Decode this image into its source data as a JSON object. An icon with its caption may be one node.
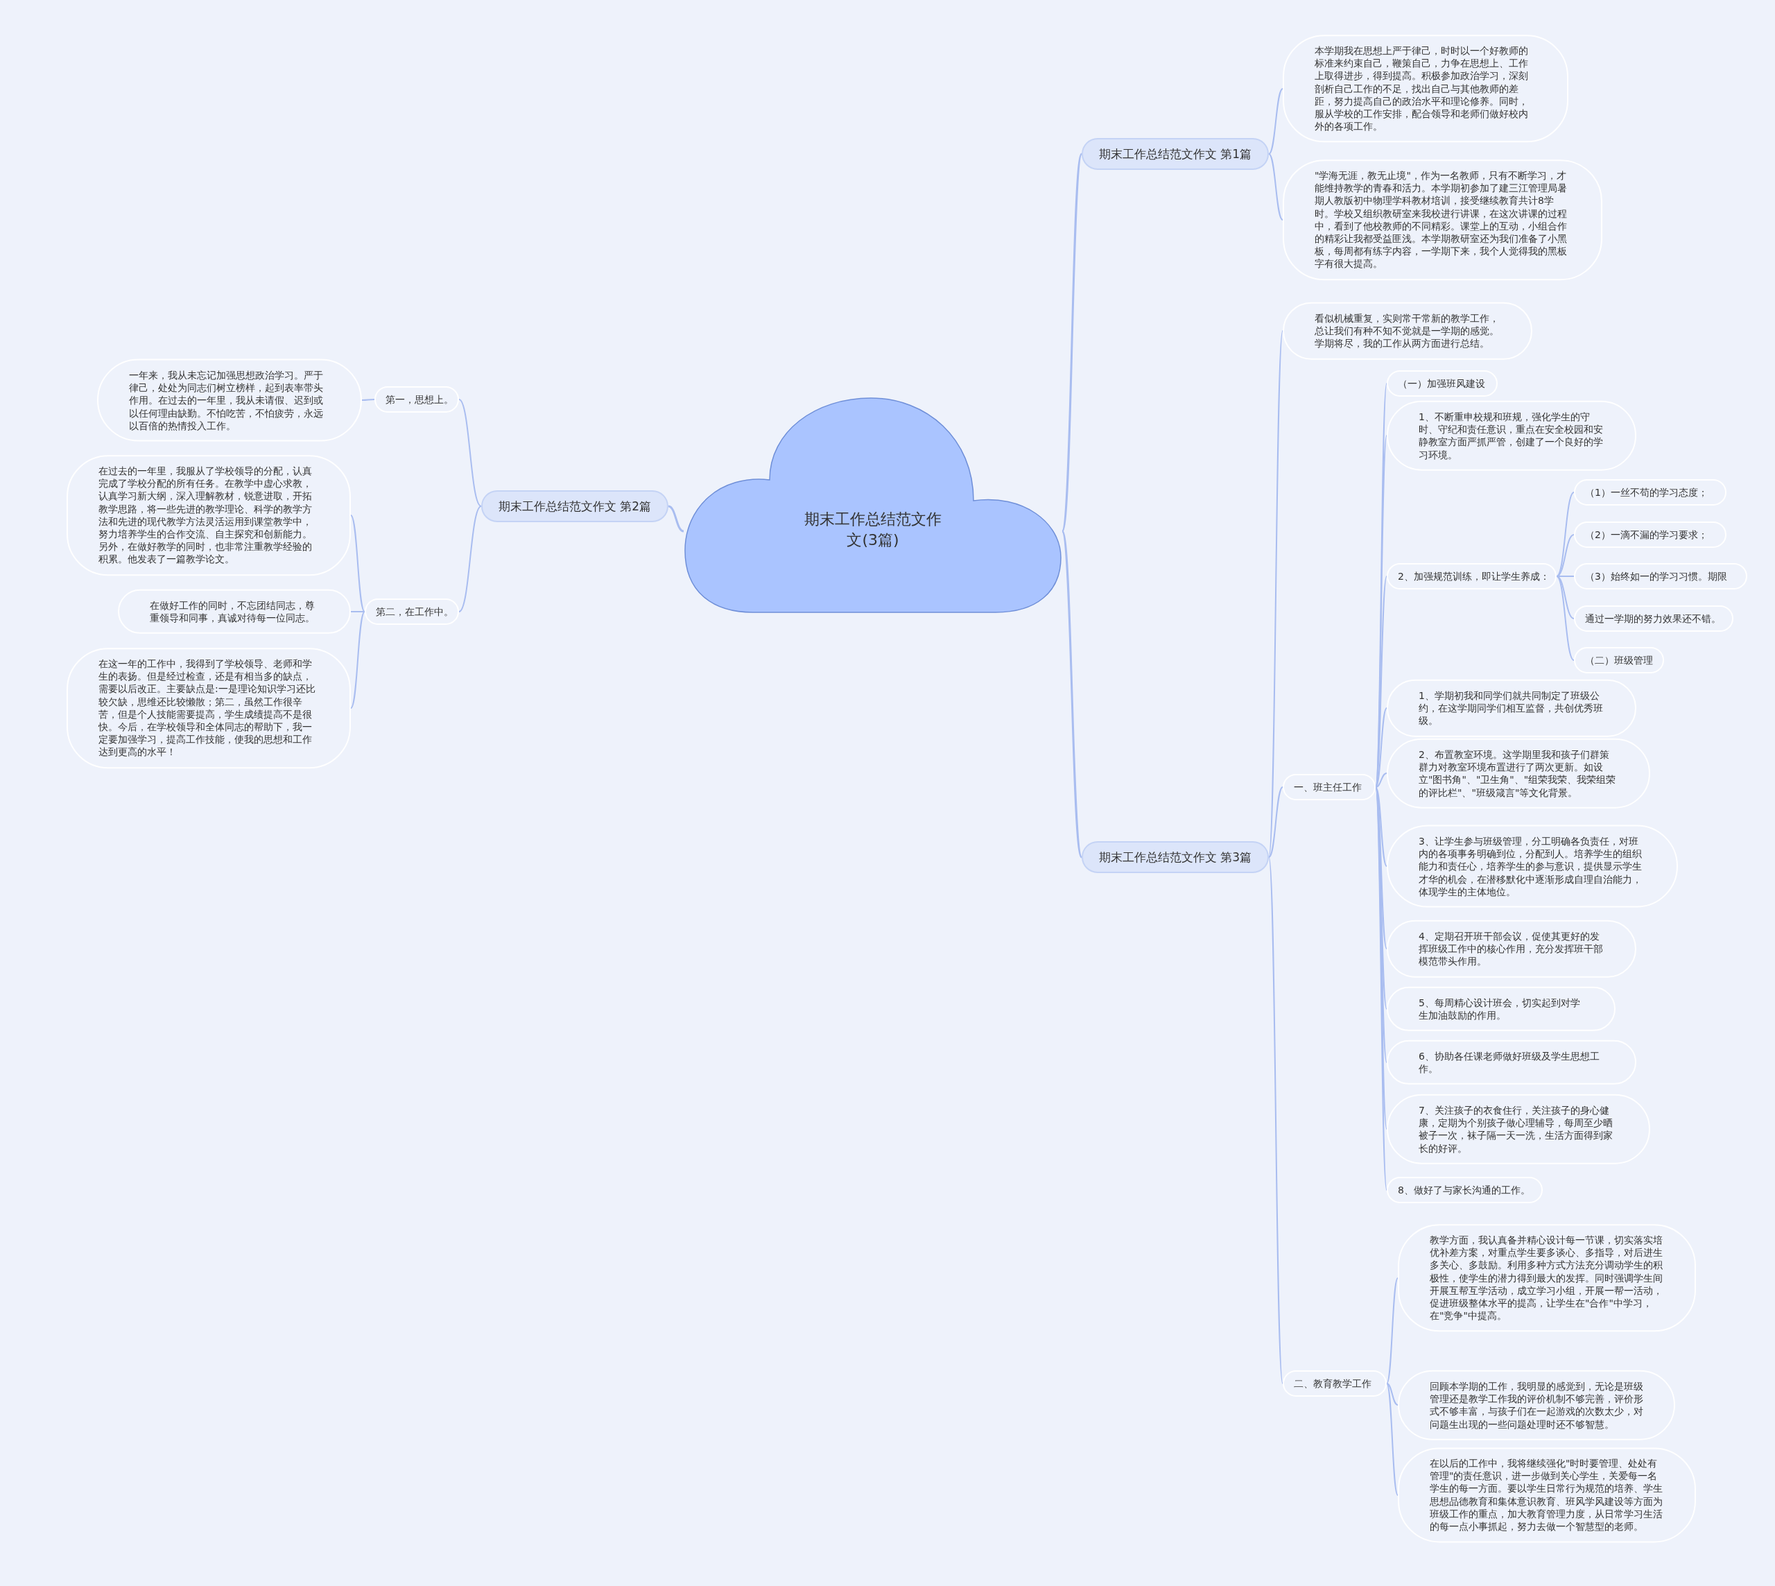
{
  "diagram": {
    "nodes": [
      {
        "text": [
          "期末工作总结范文作文(3篇)"
        ]
      },
      {
        "text": [
          "期末工作总结范文作文 第1篇"
        ]
      },
      {
        "text": [
          "本学期我在思想上严于律己，时时以一个好教师的标准来约束自己，鞭策自己，力争在思想上、工作上取得进步，得到提高。积极参加政治学习，深刻剖析自己工作的不足，找出自己与其他教师的差距，努力提高自己的政治水平和理论修养。同时，服从学校的工作安排，配合领导和老师们做好校内外的各项工作。"
        ]
      },
      {
        "text": [
          "\"学海无涯，教无止境\"，作为一名教师，只有不断学习，才能维持教学的青春和活力。本学期初参加了建三江管理局暑期人教版初中物理学科教材培训，接受继续教育共计8学时。学校又组织教研室来我校进行讲课，在这次讲课的过程中，看到了他校教师的不同精彩。课堂上的互动，小组合作的精彩让我都受益匪浅。本学期教研室还为我们准备了小黑板，每周都有练字内容，一学期下来，我个人觉得我的黑板字有很大提高。"
        ]
      },
      {
        "text": [
          "期末工作总结范文作文 第3篇"
        ]
      },
      {
        "text": [
          "看似机械重复，实则常干常新的教学工作，总让我们有种不知不觉就是一学期的感觉。学期将尽，我的工作从两方面进行总结。"
        ]
      },
      {
        "text": [
          "一、班主任工作"
        ]
      },
      {
        "text": [
          "（一）加强班风建设"
        ]
      },
      {
        "text": [
          "1、不断重申校规和班规，强化学生的守时、守纪和责任意识，重点在安全校园和安静教室方面严抓严管，创建了一个良好的学习环境。"
        ]
      },
      {
        "text": [
          "2、加强规范训练，即让学生养成："
        ]
      },
      {
        "text": [
          "（1）一丝不苟的学习态度；"
        ]
      },
      {
        "text": [
          "（2）一滴不漏的学习要求；"
        ]
      },
      {
        "text": [
          "（3）始终如一的学习习惯。期限"
        ]
      },
      {
        "text": [
          "通过一学期的努力效果还不错。"
        ]
      },
      {
        "text": [
          "（二）班级管理"
        ]
      },
      {
        "text": [
          "1、学期初我和同学们就共同制定了班级公约，在这学期同学们相互监督，共创优秀班级。"
        ]
      },
      {
        "text": [
          "2、布置教室环境。这学期里我和孩子们群策群力对教室环境布置进行了两次更新。如设立\"图书角\"、\"卫生角\"、\"组荣我荣、我荣组荣的评比栏\"、\"班级箴言\"等文化背景。"
        ]
      },
      {
        "text": [
          "3、让学生参与班级管理，分工明确各负责任，对班内的各项事务明确到位，分配到人。培养学生的组织能力和责任心，培养学生的参与意识，提供显示学生才华的机会，在潜移默化中逐渐形成自理自治能力，体现学生的主体地位。"
        ]
      },
      {
        "text": [
          "4、定期召开班干部会议，促使其更好的发挥班级工作中的核心作用，充分发挥班干部模范带头作用。"
        ]
      },
      {
        "text": [
          "5、每周精心设计班会，切实起到对学生加油鼓励的作用。"
        ]
      },
      {
        "text": [
          "6、协助各任课老师做好班级及学生思想工作。"
        ]
      },
      {
        "text": [
          "7、关注孩子的衣食住行，关注孩子的身心健康，定期为个别孩子做心理辅导，每周至少晒被子一次，袜子隔一天一洗，生活方面得到家长的好评。"
        ]
      },
      {
        "text": [
          "8、做好了与家长沟通的工作。"
        ]
      },
      {
        "text": [
          "二、教育教学工作"
        ]
      },
      {
        "text": [
          "教学方面，我认真备并精心设计每一节课，切实落实培优补差方案，对重点学生要多谈心、多指导，对后进生多关心、多鼓励。利用多种方式方法充分调动学生的积极性，使学生的潜力得到最大的发挥。同时强调学生间开展互帮互学活动，成立学习小组，开展一帮一活动，促进班级整体水平的提高，让学生在\"合作\"中学习，在\"竞争\"中提高。"
        ]
      },
      {
        "text": [
          "回顾本学期的工作，我明显的感觉到，无论是班级管理还是教学工作我的评价机制不够完善，评价形式不够丰富，与孩子们在一起游戏的次数太少，对问题生出现的一些问题处理时还不够智慧。"
        ]
      },
      {
        "text": [
          "在以后的工作中，我将继续强化\"时时要管理、处处有管理\"的责任意识，进一步做到关心学生，关爱每一名学生的每一方面。要以学生日常行为规范的培养、学生思想品德教育和集体意识教育、班风学风建设等方面为班级工作的重点，加大教育管理力度，从日常学习生活的每一点小事抓起，努力去做一个智慧型的老师。"
        ]
      },
      {
        "text": [
          "期末工作总结范文作文 第2篇"
        ]
      },
      {
        "text": [
          "第一，思想上。"
        ]
      },
      {
        "text": [
          "一年来，我从未忘记加强思想政治学习。严于律己，处处为同志们树立榜样，起到表率带头作用。在过去的一年里，我从未请假、迟到或以任何理由缺勤。不怕吃苦，不怕疲劳，永远以百倍的热情投入工作。"
        ]
      },
      {
        "text": [
          "第二，在工作中。"
        ]
      },
      {
        "text": [
          "在过去的一年里，我服从了学校领导的分配，认真完成了学校分配的所有任务。在教学中虚心求教，认真学习新大纲，深入理解教材，锐意进取，开拓教学思路，将一些先进的教学理论、科学的教学方法和先进的现代教学方法灵活运用到课堂教学中，努力培养学生的合作交流、自主探究和创新能力。另外，在做好教学的同时，也非常注重教学经验的积累。他发表了一篇教学论文。"
        ]
      },
      {
        "text": [
          "在做好工作的同时，不忘团结同志，尊重领导和同事，真诚对待每一位同志。"
        ]
      },
      {
        "text": [
          "在这一年的工作中，我得到了学校领导、老师和学生的表扬。但是经过检查，还是有相当多的缺点，需要以后改正。主要缺点是:一是理论知识学习还比较欠缺，思维还比较懒散；第二，虽然工作很辛苦，但是个人技能需要提高，学生成绩提高不是很快。今后，在学校领导和全体同志的帮助下，我一定要加强学习，提高工作技能，使我的思想和工作达到更高的水平！"
        ]
      }
    ],
    "edges": [
      {
        "from": 0,
        "to": 1,
        "arrow": "none"
      },
      {
        "from": 1,
        "to": 2,
        "arrow": "none"
      },
      {
        "from": 1,
        "to": 3,
        "arrow": "none"
      },
      {
        "from": 0,
        "to": 4,
        "arrow": "none"
      },
      {
        "from": 4,
        "to": 5,
        "arrow": "none"
      },
      {
        "from": 4,
        "to": 6,
        "arrow": "none"
      },
      {
        "from": 6,
        "to": 7,
        "arrow": "none"
      },
      {
        "from": 6,
        "to": 8,
        "arrow": "none"
      },
      {
        "from": 6,
        "to": 9,
        "arrow": "none"
      },
      {
        "from": 9,
        "to": 10,
        "arrow": "none"
      },
      {
        "from": 9,
        "to": 11,
        "arrow": "none"
      },
      {
        "from": 9,
        "to": 12,
        "arrow": "none"
      },
      {
        "from": 9,
        "to": 13,
        "arrow": "none"
      },
      {
        "from": 9,
        "to": 14,
        "arrow": "none"
      },
      {
        "from": 6,
        "to": 15,
        "arrow": "none"
      },
      {
        "from": 6,
        "to": 16,
        "arrow": "none"
      },
      {
        "from": 6,
        "to": 17,
        "arrow": "none"
      },
      {
        "from": 6,
        "to": 18,
        "arrow": "none"
      },
      {
        "from": 6,
        "to": 19,
        "arrow": "none"
      },
      {
        "from": 6,
        "to": 20,
        "arrow": "none"
      },
      {
        "from": 6,
        "to": 21,
        "arrow": "none"
      },
      {
        "from": 6,
        "to": 22,
        "arrow": "none"
      },
      {
        "from": 4,
        "to": 23,
        "arrow": "none"
      },
      {
        "from": 23,
        "to": 24,
        "arrow": "none"
      },
      {
        "from": 23,
        "to": 25,
        "arrow": "none"
      },
      {
        "from": 23,
        "to": 26,
        "arrow": "none"
      },
      {
        "from": 0,
        "to": 27,
        "arrow": "none"
      },
      {
        "from": 27,
        "to": 28,
        "arrow": "none"
      },
      {
        "from": 28,
        "to": 29,
        "arrow": "none"
      },
      {
        "from": 27,
        "to": 30,
        "arrow": "none"
      },
      {
        "from": 30,
        "to": 31,
        "arrow": "none"
      },
      {
        "from": 30,
        "to": 32,
        "arrow": "none"
      },
      {
        "from": 30,
        "to": 33,
        "arrow": "none"
      }
    ]
  }
}
